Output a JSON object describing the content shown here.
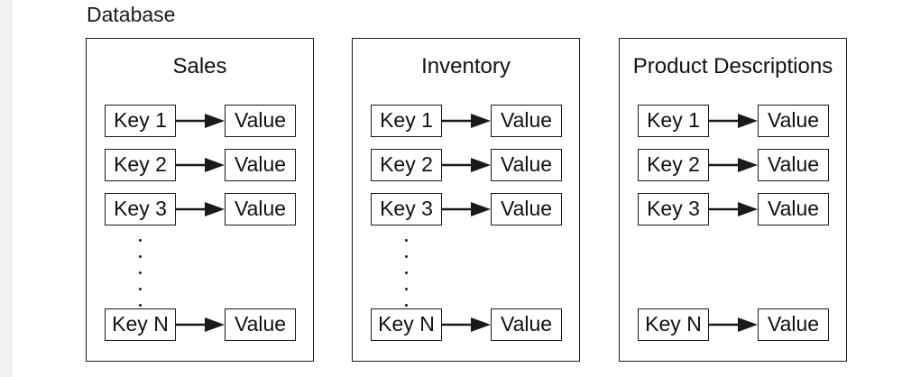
{
  "diagram": {
    "title": "Database",
    "stores": [
      {
        "name": "Sales",
        "rows": [
          {
            "key": "Key 1",
            "value": "Value"
          },
          {
            "key": "Key 2",
            "value": "Value"
          },
          {
            "key": "Key 3",
            "value": "Value"
          },
          {
            "key": "Key N",
            "value": "Value"
          }
        ],
        "ellipsis": true
      },
      {
        "name": "Inventory",
        "rows": [
          {
            "key": "Key 1",
            "value": "Value"
          },
          {
            "key": "Key 2",
            "value": "Value"
          },
          {
            "key": "Key 3",
            "value": "Value"
          },
          {
            "key": "Key N",
            "value": "Value"
          }
        ],
        "ellipsis": true
      },
      {
        "name": "Product Descriptions",
        "rows": [
          {
            "key": "Key 1",
            "value": "Value"
          },
          {
            "key": "Key 2",
            "value": "Value"
          },
          {
            "key": "Key 3",
            "value": "Value"
          },
          {
            "key": "Key N",
            "value": "Value"
          }
        ],
        "ellipsis": false
      }
    ]
  }
}
